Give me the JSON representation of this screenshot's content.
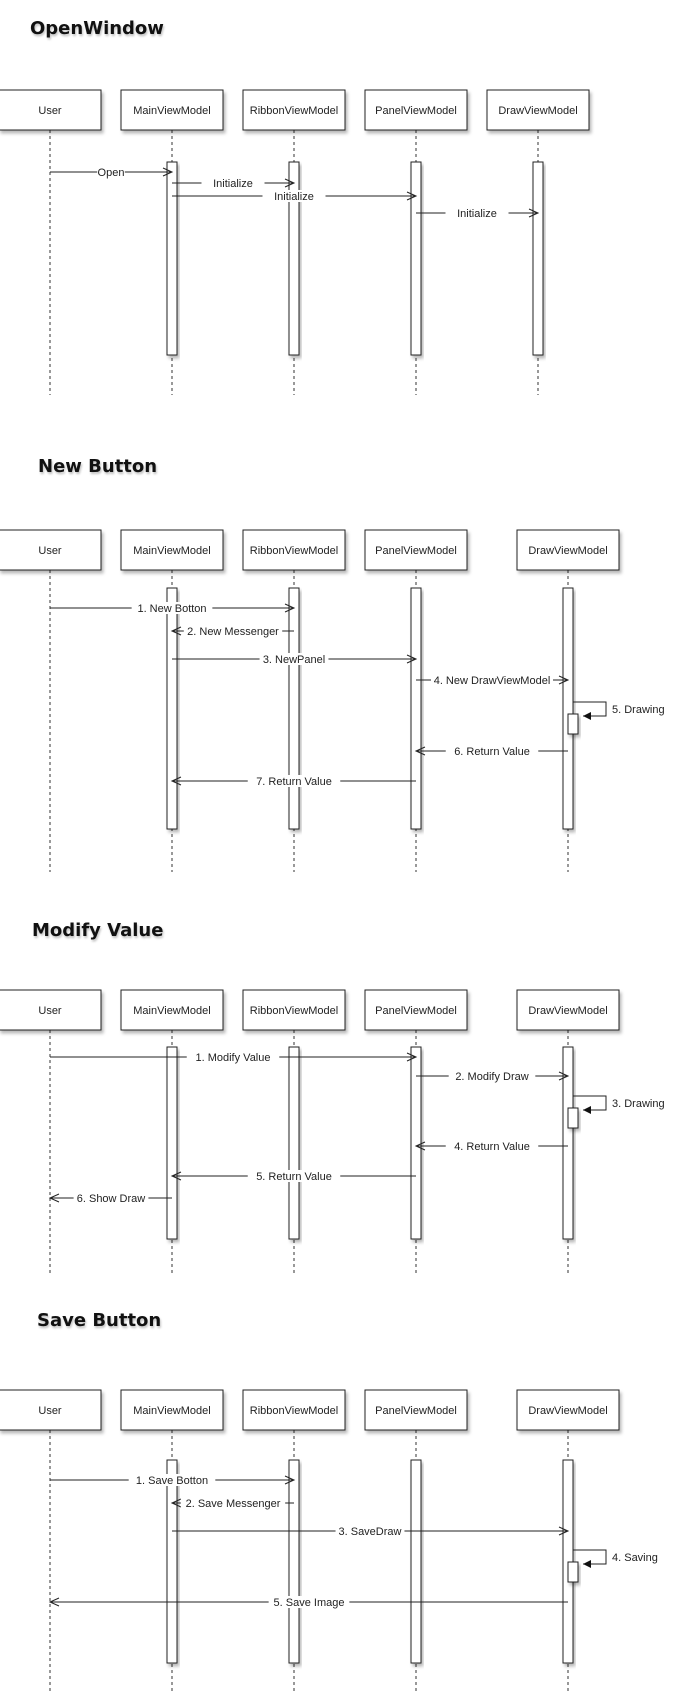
{
  "diagrams": [
    {
      "title": "OpenWindow",
      "lifelines": [
        "User",
        "MainViewModel",
        "RibbonViewModel",
        "PanelViewModel",
        "DrawViewModel"
      ],
      "messages": [
        {
          "from": "User",
          "to": "MainViewModel",
          "label": "Open"
        },
        {
          "from": "MainViewModel",
          "to": "RibbonViewModel",
          "label": "Initialize"
        },
        {
          "from": "MainViewModel",
          "to": "PanelViewModel",
          "label": "Initialize"
        },
        {
          "from": "PanelViewModel",
          "to": "DrawViewModel",
          "label": "Initialize"
        }
      ]
    },
    {
      "title": "New Button",
      "lifelines": [
        "User",
        "MainViewModel",
        "RibbonViewModel",
        "PanelViewModel",
        "DrawViewModel"
      ],
      "messages": [
        {
          "from": "User",
          "to": "RibbonViewModel",
          "label": "1. New Botton"
        },
        {
          "from": "RibbonViewModel",
          "to": "MainViewModel",
          "label": "2. New Messenger"
        },
        {
          "from": "MainViewModel",
          "to": "PanelViewModel",
          "label": "3. NewPanel"
        },
        {
          "from": "PanelViewModel",
          "to": "DrawViewModel",
          "label": "4. New DrawViewModel"
        },
        {
          "from": "DrawViewModel",
          "to": "DrawViewModel",
          "label": "5. Drawing"
        },
        {
          "from": "DrawViewModel",
          "to": "PanelViewModel",
          "label": "6. Return Value"
        },
        {
          "from": "PanelViewModel",
          "to": "MainViewModel",
          "label": "7. Return Value"
        }
      ]
    },
    {
      "title": "Modify Value",
      "lifelines": [
        "User",
        "MainViewModel",
        "RibbonViewModel",
        "PanelViewModel",
        "DrawViewModel"
      ],
      "messages": [
        {
          "from": "User",
          "to": "PanelViewModel",
          "label": "1. Modify Value"
        },
        {
          "from": "PanelViewModel",
          "to": "DrawViewModel",
          "label": "2. Modify Draw"
        },
        {
          "from": "DrawViewModel",
          "to": "DrawViewModel",
          "label": "3. Drawing"
        },
        {
          "from": "DrawViewModel",
          "to": "PanelViewModel",
          "label": "4. Return Value"
        },
        {
          "from": "PanelViewModel",
          "to": "MainViewModel",
          "label": "5. Return Value"
        },
        {
          "from": "MainViewModel",
          "to": "User",
          "label": "6. Show Draw"
        }
      ]
    },
    {
      "title": "Save Button",
      "lifelines": [
        "User",
        "MainViewModel",
        "RibbonViewModel",
        "PanelViewModel",
        "DrawViewModel"
      ],
      "messages": [
        {
          "from": "User",
          "to": "RibbonViewModel",
          "label": "1. Save Botton"
        },
        {
          "from": "RibbonViewModel",
          "to": "MainViewModel",
          "label": "2. Save Messenger"
        },
        {
          "from": "MainViewModel",
          "to": "DrawViewModel",
          "label": "3. SaveDraw"
        },
        {
          "from": "DrawViewModel",
          "to": "DrawViewModel",
          "label": "4. Saving"
        },
        {
          "from": "DrawViewModel",
          "to": "User",
          "label": "5. Save Image"
        }
      ]
    }
  ]
}
